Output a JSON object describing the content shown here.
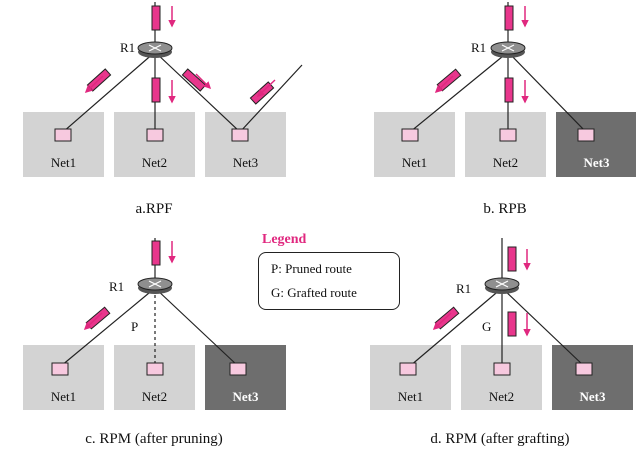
{
  "colors": {
    "accent": "#e0287f",
    "packet_fill": "#e8368c",
    "host_fill": "#f7c9df",
    "net_bg": "#d3d3d3",
    "net_dark": "#6e6e6e",
    "router_fill": "#8f8f8f",
    "line": "#222222"
  },
  "legend": {
    "title": "Legend",
    "pruned": "P:  Pruned route",
    "grafted": "G:  Grafted route"
  },
  "panels": [
    {
      "caption": "a.RPF",
      "router": "R1",
      "nets": [
        "Net1",
        "Net2",
        "Net3"
      ],
      "net3_highlight": false
    },
    {
      "caption": "b. RPB",
      "router": "R1",
      "nets": [
        "Net1",
        "Net2",
        "Net3"
      ],
      "net3_highlight": true
    },
    {
      "caption": "c. RPM (after pruning)",
      "router": "R1",
      "nets": [
        "Net1",
        "Net2",
        "Net3"
      ],
      "net3_highlight": true,
      "route_mark": "P"
    },
    {
      "caption": "d. RPM (after grafting)",
      "router": "R1",
      "nets": [
        "Net1",
        "Net2",
        "Net3"
      ],
      "net3_highlight": true,
      "route_mark": "G"
    }
  ]
}
